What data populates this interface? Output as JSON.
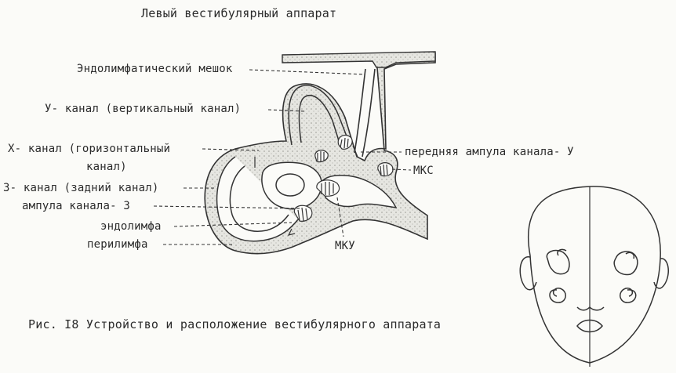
{
  "title": "Левый вестибулярный аппарат",
  "labels": {
    "endolymph_sac": "Эндолимфатический мешок",
    "v_canal": "У- канал (вертикальный канал)",
    "h_canal_1": "Х- канал (горизонтальный",
    "h_canal_2": "канал)",
    "z_canal": "З- канал (задний канал)",
    "ampulla_z": "ампула канала- З",
    "endolymph": "эндолимфа",
    "perilymph": "перилимфа",
    "ampulla_v": "передняя ампула канала- У",
    "mks": "МКС",
    "mku": "МКУ"
  },
  "caption": "Рис. I8 Устройство и расположение вестибулярного аппарата"
}
